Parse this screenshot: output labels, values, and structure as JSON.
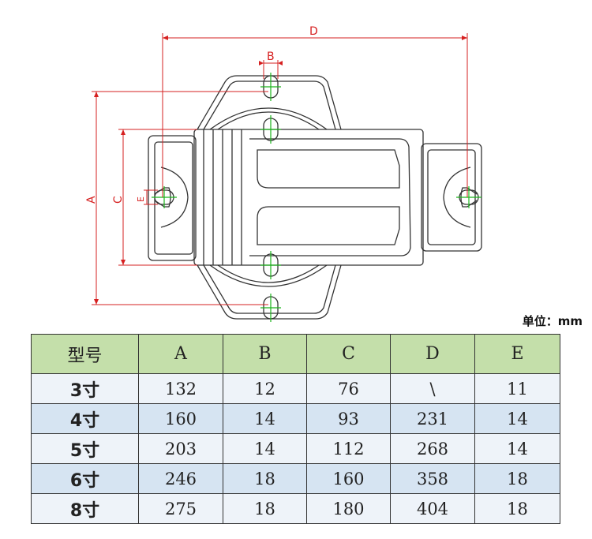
{
  "drawing": {
    "dimension_labels": [
      "D",
      "B",
      "A",
      "C",
      "E"
    ]
  },
  "unit_label": "单位：mm",
  "table": {
    "headers": [
      "型号",
      "A",
      "B",
      "C",
      "D",
      "E"
    ],
    "rows": [
      [
        "3寸",
        "132",
        "12",
        "76",
        "\\",
        "11"
      ],
      [
        "4寸",
        "160",
        "14",
        "93",
        "231",
        "14"
      ],
      [
        "5寸",
        "203",
        "14",
        "112",
        "268",
        "14"
      ],
      [
        "6寸",
        "246",
        "18",
        "160",
        "358",
        "18"
      ],
      [
        "8寸",
        "275",
        "18",
        "180",
        "404",
        "18"
      ]
    ]
  },
  "colors": {
    "header_bg": "#c4dfaa",
    "row_bg": "#d6e4f2",
    "dimension_line": "#d62020",
    "centerline": "#1cb51c"
  }
}
